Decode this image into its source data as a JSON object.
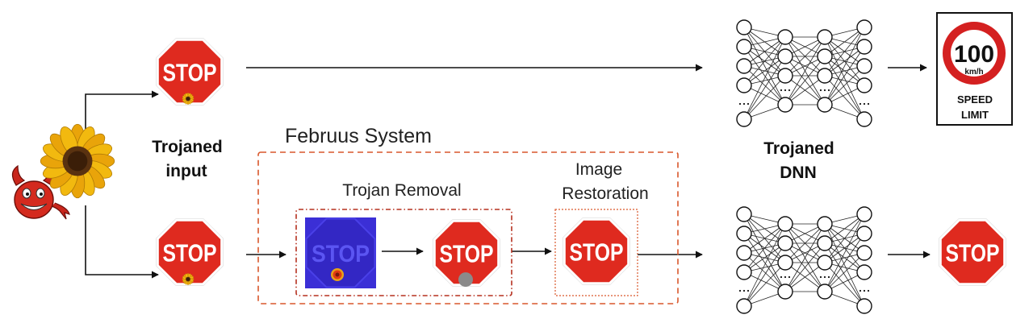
{
  "labels": {
    "trojaned_input_line1": "Trojaned",
    "trojaned_input_line2": "input",
    "trojaned_dnn_line1": "Trojaned",
    "trojaned_dnn_line2": "DNN",
    "februus_system": "Februus System",
    "trojan_removal": "Trojan Removal",
    "image_restoration_line1": "Image",
    "image_restoration_line2": "Restoration"
  },
  "signs": {
    "stop_text": "STOP",
    "speed_value": "100",
    "speed_unit": "km/h",
    "speed_limit_line1": "SPEED",
    "speed_limit_line2": "LIMIT"
  },
  "colors": {
    "stop_red": "#df2a1f",
    "stop_border": "#c4c4c4",
    "heatmap_blue": "#3b2fd6",
    "dashed_orange": "#d9572b",
    "dashed_dark": "#b5301f",
    "speed_ring": "#d42020",
    "mask_grey": "#8a8a8a"
  }
}
